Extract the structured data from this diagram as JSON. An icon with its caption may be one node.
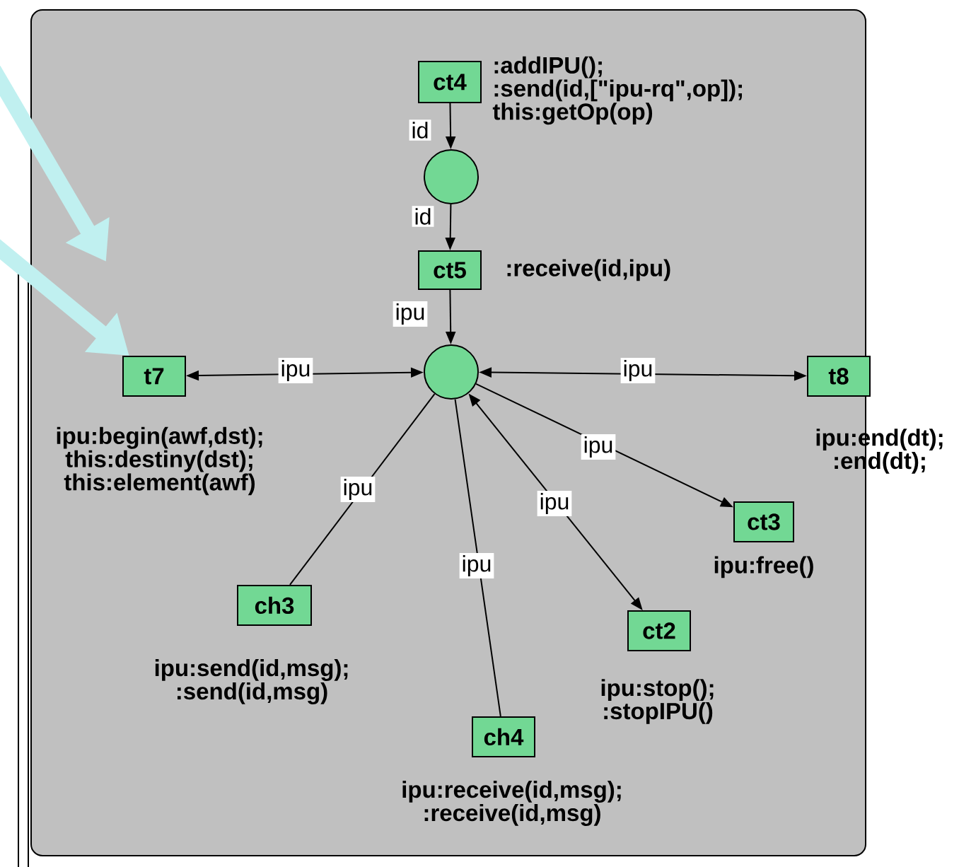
{
  "diagram": {
    "nodes": [
      {
        "text": [
          "ct4"
        ],
        "beside": [
          ":addIPU(); :send(id,[\"ipu-rq\",op]); this:getOp(op)"
        ]
      },
      {
        "text": [],
        "shape": "circle"
      },
      {
        "text": [
          "ct5"
        ],
        "beside": [
          ":receive(id,ipu)"
        ]
      },
      {
        "text": [],
        "shape": "circle"
      },
      {
        "text": [
          "t7"
        ],
        "beside": [
          "ipu:begin(awf,dst); this:destiny(dst); this:element(awf)"
        ]
      },
      {
        "text": [
          "t8"
        ],
        "beside": [
          "ipu:end(dt); :end(dt);"
        ]
      },
      {
        "text": [
          "ct3"
        ],
        "beside": [
          "ipu:free()"
        ]
      },
      {
        "text": [
          "ch3"
        ],
        "beside": [
          "ipu:send(id,msg); :send(id,msg)"
        ]
      },
      {
        "text": [
          "ct2"
        ],
        "beside": [
          "ipu:stop(); :stopIPU()"
        ]
      },
      {
        "text": [
          "ch4"
        ],
        "beside": [
          "ipu:receive(id,msg); :receive(id,msg)"
        ]
      }
    ],
    "edges": [
      {
        "from": 0,
        "to": 1,
        "arrow": "to",
        "label": "id"
      },
      {
        "from": 1,
        "to": 2,
        "arrow": "to",
        "label": "id"
      },
      {
        "from": 2,
        "to": 3,
        "arrow": "to",
        "label": "ipu"
      },
      {
        "from": 4,
        "to": 3,
        "arrow": "both",
        "label": "ipu"
      },
      {
        "from": 3,
        "to": 5,
        "arrow": "both",
        "label": "ipu"
      },
      {
        "from": 3,
        "to": 6,
        "arrow": "to",
        "label": "ipu"
      },
      {
        "from": 3,
        "to": 7,
        "arrow": "none",
        "label": "ipu"
      },
      {
        "from": 3,
        "to": 9,
        "arrow": "none",
        "label": "ipu"
      },
      {
        "from": 8,
        "to": 3,
        "arrow": "both",
        "label": "ipu"
      },
      {
        "from": null,
        "to": 4,
        "arrow": "to",
        "style": "thick",
        "color": "#c0f0f0"
      }
    ]
  }
}
